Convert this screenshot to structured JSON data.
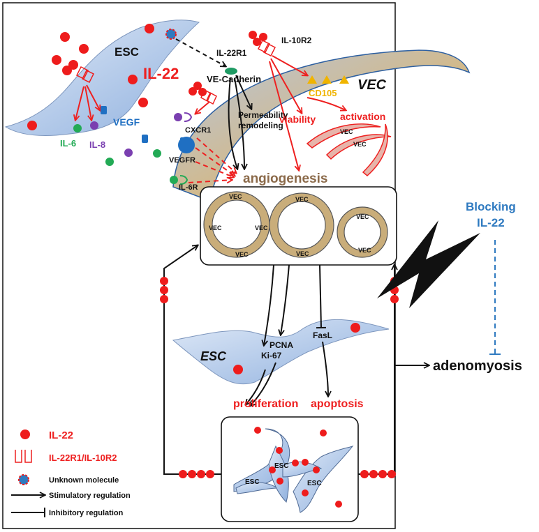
{
  "labels": {
    "esc_top": "ESC",
    "il22_top": "IL-22",
    "vegf": "VEGF",
    "il6": "IL-6",
    "il8": "IL-8",
    "il22r1": "IL-22R1",
    "il10r2": "IL-10R2",
    "ve_cadherin": "VE-Cadherin",
    "vec_big": "VEC",
    "cd105": "CD105",
    "permeability_1": "Permeability",
    "permeability_2": "remodeling",
    "viability": "viability",
    "activation": "activation",
    "vec_small": "VEC",
    "cxcr1": "CXCR1",
    "vegfr": "VEGFR",
    "il6r": "IL-6R",
    "angiogenesis": "angiogenesis",
    "vessel_vec": "VEC",
    "blocking_1": "Blocking",
    "blocking_2": "IL-22",
    "esc_mid": "ESC",
    "pcna": "PCNA",
    "ki67": "Ki-67",
    "fasl": "FasL",
    "proliferation": "proliferation",
    "apoptosis": "apoptosis",
    "adenomyosis": "adenomyosis",
    "esc_cluster": "ESC"
  },
  "legend": {
    "il22": "IL-22",
    "receptor": "IL-22R1/IL-10R2",
    "unknown": "Unknown molecule",
    "stimulatory": "Stimulatory regulation",
    "inhibitory": "Inhibitory regulation"
  },
  "colors": {
    "il22": "#ee1c1c",
    "cell_fill": "#a9c3e8",
    "vec_fill": "#c9ad7a",
    "stimulatory_red": "#ee2020",
    "blocking_blue": "#2f7ac0",
    "vegf_blue": "#1f6fc2",
    "il6_green": "#22aa55",
    "il8_purple": "#7a3fb0",
    "cd105_gold": "#f0b400",
    "angio_brown": "#8b6a4a"
  }
}
